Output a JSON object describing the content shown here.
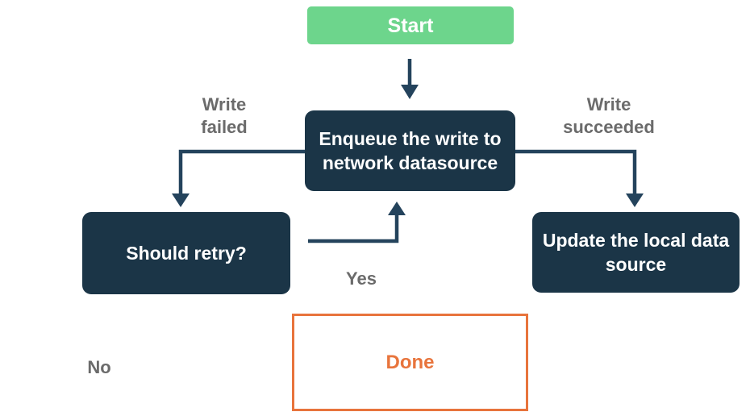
{
  "colors": {
    "background": "#ffffff",
    "start_fill": "#6dd58c",
    "node_fill": "#1b3547",
    "node_text": "#ffffff",
    "arrow": "#24435c",
    "edge_label": "#6b6b6b",
    "done_accent": "#e8743c"
  },
  "nodes": {
    "start": {
      "label": "Start"
    },
    "enqueue": {
      "label": "Enqueue the write to\nnetwork datasource"
    },
    "should_retry": {
      "label": "Should retry?"
    },
    "update_local": {
      "label": "Update the local data\nsource"
    },
    "done": {
      "label": "Done"
    }
  },
  "edge_labels": {
    "write_failed": "Write\nfailed",
    "write_succeeded": "Write\nsucceeded",
    "yes": "Yes",
    "no": "No"
  }
}
